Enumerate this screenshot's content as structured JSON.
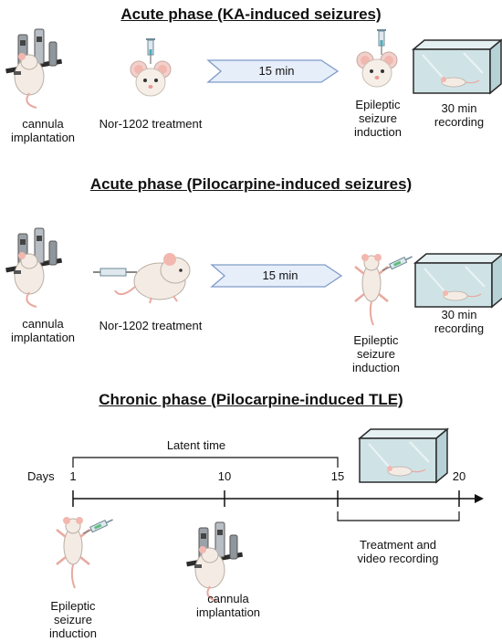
{
  "section1": {
    "title": "Acute phase (KA-induced seizures)",
    "step1": {
      "line1": "cannula",
      "line2": "implantation"
    },
    "step2": "Nor-1202 treatment",
    "arrow": "15 min",
    "step3": {
      "line1": "Epileptic",
      "line2": "seizure",
      "line3": "induction"
    },
    "step4": {
      "line1": "30 min",
      "line2": "recording"
    }
  },
  "section2": {
    "title": "Acute phase (Pilocarpine-induced seizures)",
    "step1": {
      "line1": "cannula",
      "line2": "implantation"
    },
    "step2": "Nor-1202 treatment",
    "arrow": "15 min",
    "step3": {
      "line1": "Epileptic",
      "line2": "seizure",
      "line3": "induction"
    },
    "step4": {
      "line1": "30 min",
      "line2": "recording"
    }
  },
  "section3": {
    "title": "Chronic phase (Pilocarpine-induced TLE)",
    "latent": "Latent time",
    "days_label": "Days",
    "ticks": [
      "1",
      "10",
      "15",
      "20"
    ],
    "treatment": {
      "line1": "Treatment and",
      "line2": "video recording"
    },
    "seizure": {
      "line1": "Epileptic",
      "line2": "seizure",
      "line3": "induction"
    },
    "cannula": {
      "line1": "cannula",
      "line2": "implantation"
    }
  },
  "colors": {
    "arrow_fill": "#e6eefa",
    "arrow_stroke": "#7f9cc8",
    "mouse_fur": "#f4ece4",
    "mouse_ear": "#f2b8b0",
    "tank_glass": "#cfe3e6",
    "frame": "#2b2b2b"
  }
}
